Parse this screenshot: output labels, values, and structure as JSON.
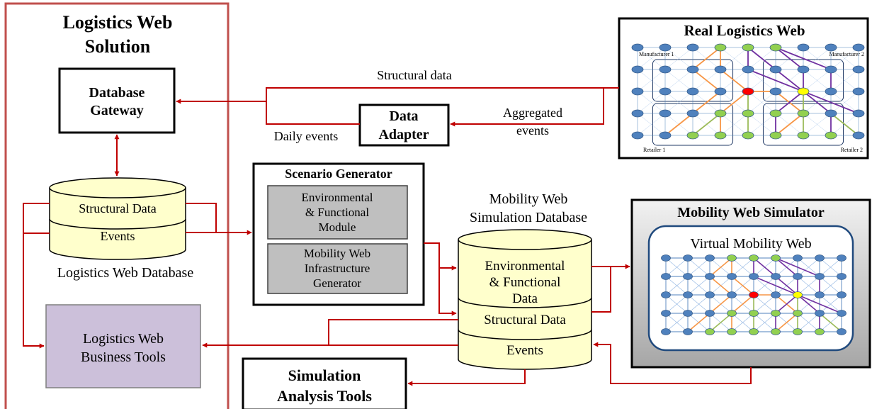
{
  "colors": {
    "arrow": "#c00000",
    "solution_border": "#c0504d",
    "db_fill": "#ffffcc",
    "module_fill": "#bfbfbf",
    "tools_fill": "#ccc0da",
    "node_blue": "#4f81bd",
    "node_red": "#ff0000",
    "node_yellow": "#ffff00",
    "node_green": "#92d050",
    "edge_orange": "#f79646",
    "edge_purple": "#7030a0",
    "edge_green": "#9bbb59"
  },
  "solution": {
    "title_line1": "Logistics Web",
    "title_line2": "Solution"
  },
  "database_gateway": {
    "line1": "Database",
    "line2": "Gateway"
  },
  "logistics_db": {
    "structural": "Structural Data",
    "events": "Events",
    "caption": "Logistics Web Database"
  },
  "business_tools": {
    "line1": "Logistics Web",
    "line2": "Business Tools"
  },
  "data_adapter": {
    "line1": "Data",
    "line2": "Adapter"
  },
  "flow_labels": {
    "structural_data": "Structural data",
    "daily_events": "Daily events",
    "aggregated_line1": "Aggregated",
    "aggregated_line2": "events"
  },
  "real_web": {
    "title": "Real Logistics Web",
    "manufacturer1": "Manufacturer 1",
    "manufacturer2": "Manufacturer 2",
    "retailer1": "Retailer 1",
    "retailer2": "Retailer 2"
  },
  "scenario_generator": {
    "title": "Scenario Generator",
    "module1_line1": "Environmental",
    "module1_line2": "& Functional",
    "module1_line3": "Module",
    "module2_line1": "Mobility Web",
    "module2_line2": "Infrastructure",
    "module2_line3": "Generator"
  },
  "sim_db": {
    "caption_line1": "Mobility Web",
    "caption_line2": "Simulation Database",
    "env_line1": "Environmental",
    "env_line2": "& Functional",
    "env_line3": "Data",
    "structural": "Structural Data",
    "events": "Events"
  },
  "simulator": {
    "title": "Mobility Web Simulator",
    "virtual_title": "Virtual Mobility Web"
  },
  "analysis_tools": {
    "line1": "Simulation",
    "line2": "Analysis Tools"
  }
}
